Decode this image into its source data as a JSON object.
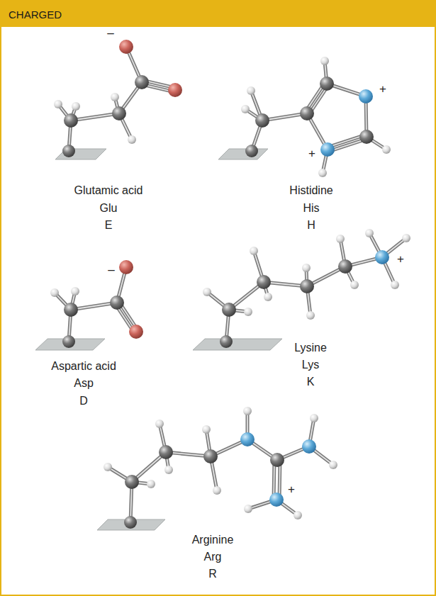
{
  "diagram": {
    "title": "CHARGED",
    "labels": [
      "–",
      "+",
      "+",
      "Glutamic acid",
      "Glu",
      "E",
      "Histidine",
      "His",
      "H",
      "+",
      "–",
      "Aspartic acid",
      "Asp",
      "D",
      "Lysine",
      "Lys",
      "K",
      "+",
      "Arginine",
      "Arg",
      "R"
    ]
  }
}
